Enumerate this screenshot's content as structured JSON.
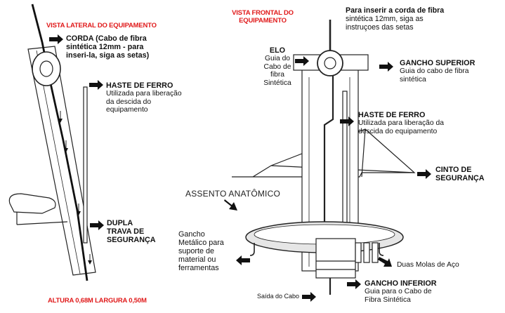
{
  "colors": {
    "accent_red": "#e0191a",
    "ink": "#111111",
    "wood": "#ffffff"
  },
  "side_view": {
    "heading": "VISTA LATERAL DO EQUIPAMENTO",
    "corda": [
      "CORDA (Cabo de fibra",
      "sintética 12mm - para",
      "inseri-la, siga as setas)"
    ],
    "haste_title": "HASTE DE FERRO",
    "haste_desc": [
      "Utilizada para liberação",
      "da descida do",
      "equipamento"
    ],
    "dupla": [
      "DUPLA",
      "TRAVA DE",
      "SEGURANÇA"
    ],
    "dimensions": "ALTURA 0,68M LARGURA 0,50M"
  },
  "front_view": {
    "heading": [
      "VISTA FRONTAL DO",
      "EQUIPAMENTO"
    ],
    "insert_note": [
      "Para inserir a corda de fibra",
      "sintética 12mm, siga as",
      "instruçoes das setas"
    ],
    "elo_title": "ELO",
    "elo_desc": [
      "Guia do",
      "Cabo de",
      "fibra",
      "Sintética"
    ],
    "gancho_sup_title": "GANCHO SUPERIOR",
    "gancho_sup_desc": [
      "Guia do cabo de fibra",
      "sintética"
    ],
    "haste_title": "HASTE DE FERRO",
    "haste_desc": [
      "Utilizada para liberação da",
      "descida do equipamento"
    ],
    "cinto": [
      "CINTO DE",
      "SEGURANÇA"
    ],
    "assento": "ASSENTO ANATÔMICO",
    "gancho_metalico": [
      "Gancho",
      "Metálico para",
      "suporte de",
      "material ou",
      "ferramentas"
    ],
    "molas": "Duas Molas de Aço",
    "gancho_inf_title": "GANCHO INFERIOR",
    "gancho_inf_desc": [
      "Guia para o Cabo de",
      "Fibra Sintética"
    ],
    "saida": "Saída do Cabo"
  }
}
